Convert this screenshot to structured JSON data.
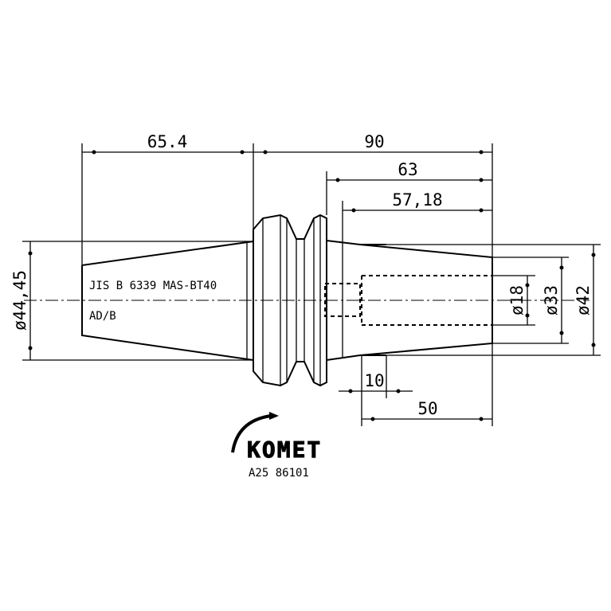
{
  "dimensions": {
    "overall_left_length": "65.4",
    "overall_right_length": "90",
    "flange_to_end": "63",
    "gauge_to_end": "57,18",
    "bore_depth_offset": "10",
    "bore_length": "50",
    "taper_diameter": "ø44,45",
    "bore_diameter": "ø18",
    "shank_diameter": "ø33",
    "body_diameter": "ø42"
  },
  "annotations": {
    "taper_standard": "JIS B 6339 MAS-BT40",
    "taper_form": "AD/B"
  },
  "logo": {
    "brand": "KOMET",
    "article_number": "A25 86101"
  }
}
